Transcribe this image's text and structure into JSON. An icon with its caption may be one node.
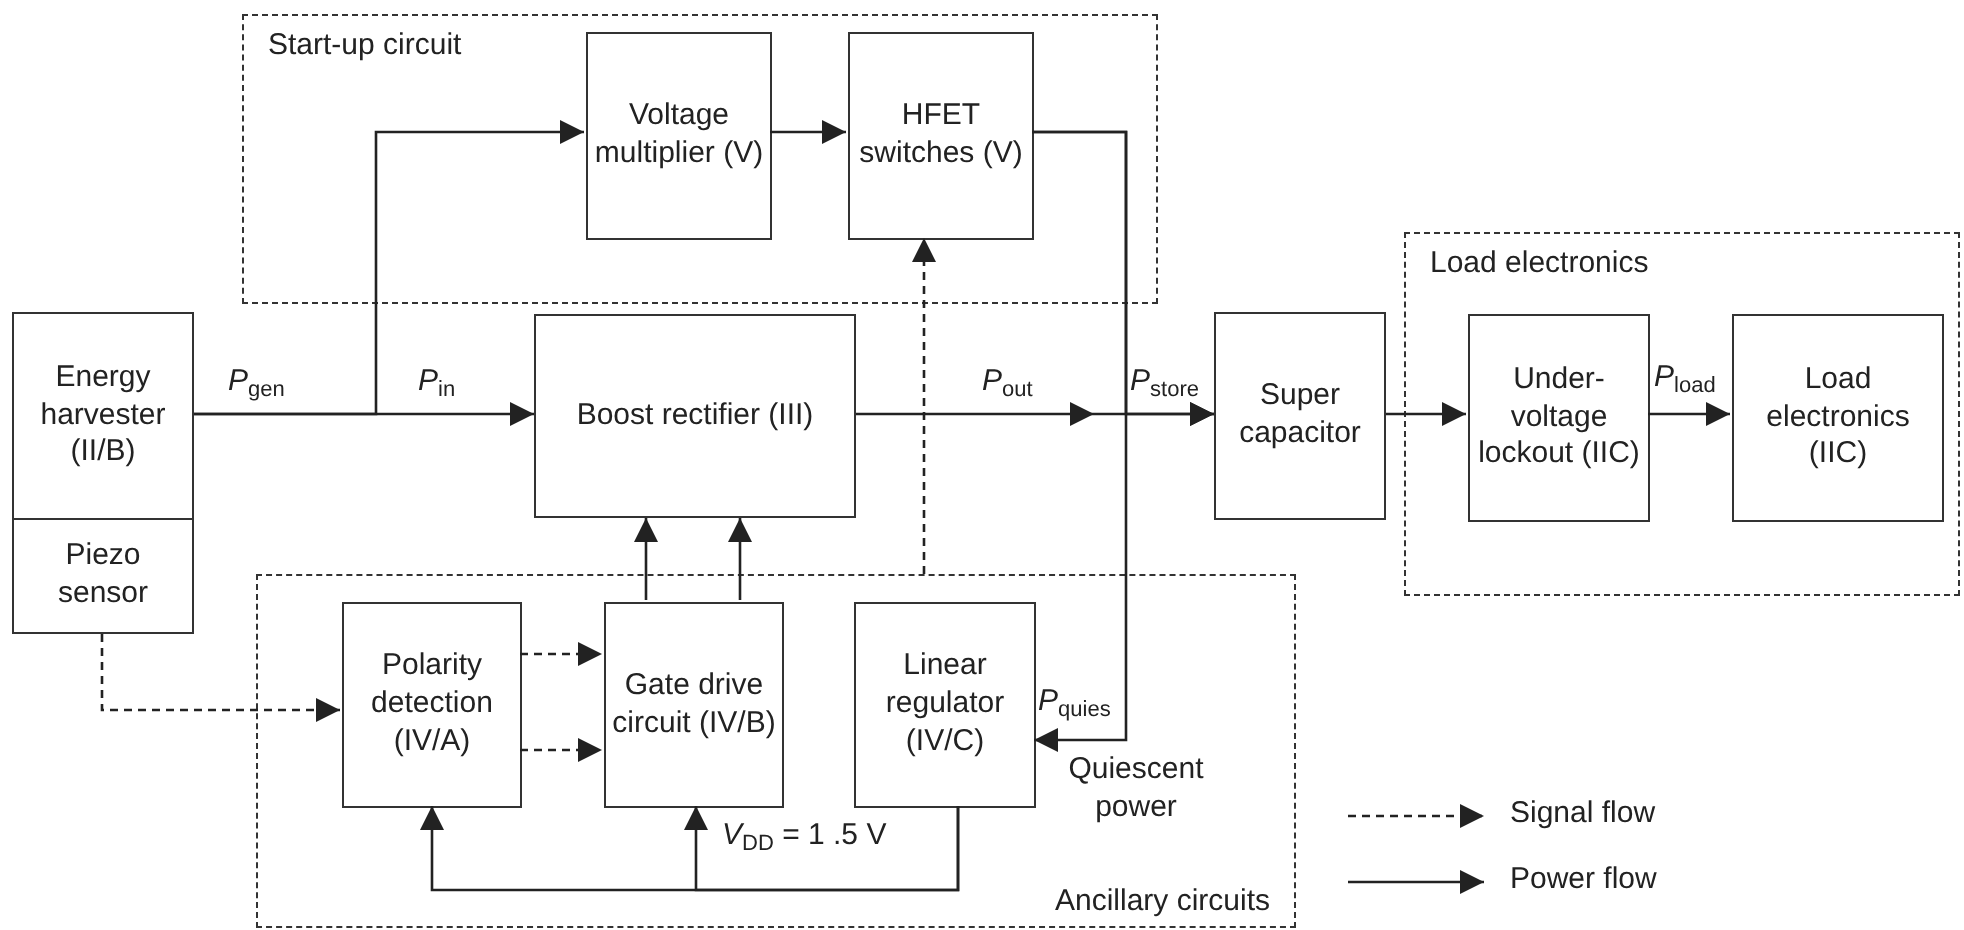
{
  "diagram": {
    "nodes": [
      {
        "text": [
          "Start-up circuit"
        ]
      },
      {
        "text": [
          "Voltage multiplier (V)"
        ],
        "in": 0
      },
      {
        "text": [
          "HFET switches (V)"
        ],
        "in": 0
      },
      {
        "text": [
          "Energy harvester (II/B)"
        ]
      },
      {
        "text": [
          "Piezo sensor"
        ]
      },
      {
        "text": [
          "Boost rectifier (III)"
        ]
      },
      {
        "text": [
          "Ancillary circuits"
        ]
      },
      {
        "text": [
          "Polarity detection (IV/A)"
        ],
        "in": 6
      },
      {
        "text": [
          "Gate drive circuit (IV/B)"
        ],
        "in": 6
      },
      {
        "text": [
          "Linear regulator (IV/C)"
        ],
        "in": 6
      },
      {
        "text": [
          "Super capacitor"
        ]
      },
      {
        "text": [
          "Load electronics"
        ]
      },
      {
        "text": [
          "Under-voltage lockout (IIC)"
        ],
        "in": 11
      },
      {
        "text": [
          "Load electronics (IIC)"
        ],
        "in": 11
      }
    ],
    "edges": [
      {
        "from": 3,
        "to": 5,
        "arrow": "to",
        "label": "*P*$_{in}$"
      },
      {
        "from": 3,
        "to": 1,
        "arrow": "to"
      },
      {
        "from": 1,
        "to": 2,
        "arrow": "to"
      },
      {
        "from": 5,
        "to": 10,
        "arrow": "to",
        "label": "*P*$_{out}$"
      },
      {
        "from": 2,
        "to": 10,
        "arrow": "to"
      },
      {
        "from": 2,
        "to": 9,
        "arrow": "to"
      },
      {
        "from": 6,
        "to": 2,
        "arrow": "to",
        "style": "dashed"
      },
      {
        "from": 4,
        "to": 7,
        "arrow": "to",
        "style": "dashed"
      },
      {
        "from": 7,
        "to": 8,
        "arrow": "to",
        "style": "dashed"
      },
      {
        "from": 7,
        "to": 8,
        "arrow": "to",
        "style": "dashed"
      },
      {
        "from": 8,
        "to": 5,
        "arrow": "to"
      },
      {
        "from": 8,
        "to": 5,
        "arrow": "to"
      },
      {
        "from": 9,
        "to": 7,
        "arrow": "to"
      },
      {
        "from": 9,
        "to": 8,
        "arrow": "to"
      },
      {
        "from": 10,
        "to": 12,
        "arrow": "to"
      },
      {
        "from": 12,
        "to": 13,
        "arrow": "to",
        "label": "*P*$_{load}$"
      }
    ],
    "labels": [
      "*P*$_{gen}$",
      "*P*$_{store}$",
      "*P*$_{quies}$",
      "Quiescent power",
      "*V*$_{DD}$ = 1 .5 V"
    ],
    "legend": [
      {
        "text": "Signal flow"
      },
      {
        "text": "Power flow"
      }
    ]
  }
}
